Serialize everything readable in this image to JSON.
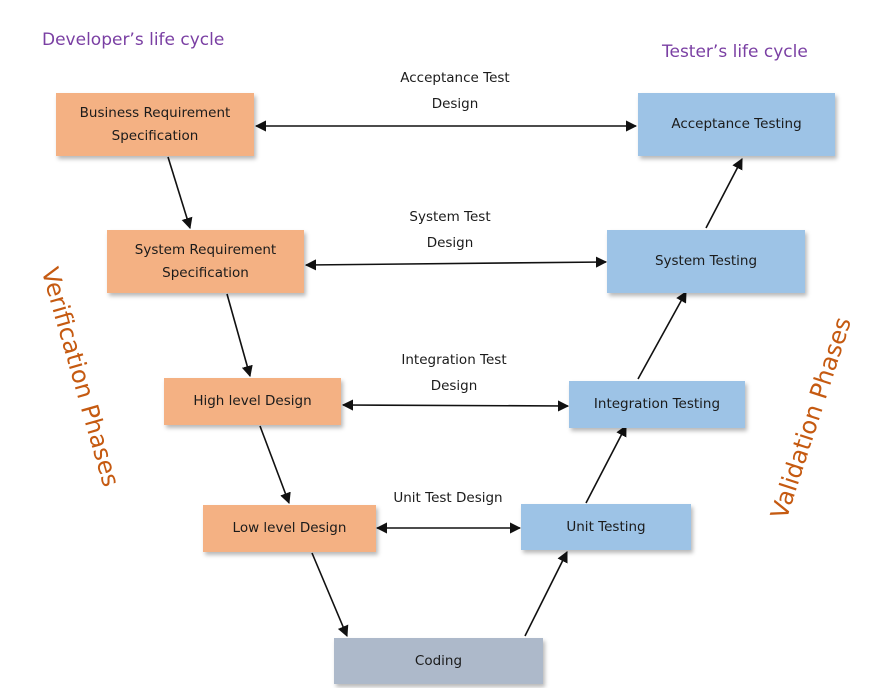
{
  "headings": {
    "developer": "Developer’s life cycle",
    "tester": "Tester’s life cycle"
  },
  "phases": {
    "verification": "Verification Phases",
    "validation": "Validation Phases"
  },
  "dev_boxes": {
    "brs": [
      "Business Requirement",
      "Specification"
    ],
    "srs": [
      "System Requirement",
      "Specification"
    ],
    "hld": "High level Design",
    "lld": "Low level Design"
  },
  "coding": "Coding",
  "test_boxes": {
    "acceptance": "Acceptance Testing",
    "system": "System Testing",
    "integration": "Integration Testing",
    "unit": "Unit Testing"
  },
  "connector_labels": {
    "acceptance": [
      "Acceptance Test",
      "Design"
    ],
    "system": [
      "System Test",
      "Design"
    ],
    "integration": [
      "Integration Test",
      "Design"
    ],
    "unit": "Unit Test Design"
  },
  "colors": {
    "developer_box": "#f4b183",
    "tester_box": "#9dc3e6",
    "coding_box": "#adb9ca",
    "heading_text": "#7a3fa3",
    "phase_text": "#c55a11"
  }
}
